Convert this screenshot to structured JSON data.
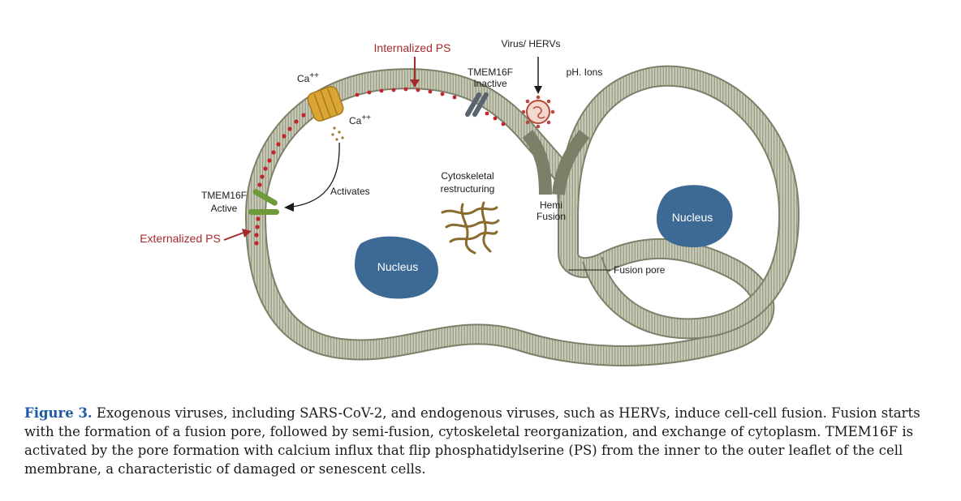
{
  "labels": {
    "internalized_ps": "Internalized PS",
    "virus_hervs": "Virus/ HERVs",
    "tmem_inactive_1": "TMEM16F",
    "tmem_inactive_2": "Inactive",
    "ph_ions": "pH. Ions",
    "ca_top": "Ca",
    "ca_top_sup": "++",
    "ca_inner": "Ca",
    "ca_inner_sup": "++",
    "tmem_active_1": "TMEM16F",
    "tmem_active_2": "Active",
    "activates": "Activates",
    "externalized_ps": "Externalized PS",
    "cyto_1": "Cytoskeletal",
    "cyto_2": "restructuring",
    "hemi_1": "Hemi",
    "hemi_2": "Fusion",
    "nucleus_left": "Nucleus",
    "nucleus_right": "Nucleus",
    "fusion_pore": "Fusion pore"
  },
  "caption": {
    "figure_label": "Figure 3.",
    "text": " Exogenous viruses, including SARS-CoV-2, and endogenous viruses, such as HERVs, induce cell-cell fusion. Fusion starts with the formation of a fusion pore, followed by semi-fusion, cytoskeletal reorganization, and exchange of cytoplasm. TMEM16F is activated by the pore formation with calcium influx that flip phosphatidylserine (PS) from the inner to the outer leaflet of the cell membrane, a characteristic of damaged or senescent cells."
  },
  "colors": {
    "membrane": "#b9bba8",
    "membrane_edge": "#7d8068",
    "ps_dot": "#c0262c",
    "nucleus": "#3d6a94",
    "tmem_active": "#6f9a3a",
    "tmem_inactive": "#5a6470",
    "channel": "#d9a533",
    "label_red": "#a52a2a",
    "caption_blue": "#1f5aa6"
  },
  "icons": [
    "calcium-channel-icon",
    "virus-icon",
    "tmem16f-active-icon",
    "tmem16f-inactive-icon",
    "cytoskeleton-icon"
  ]
}
